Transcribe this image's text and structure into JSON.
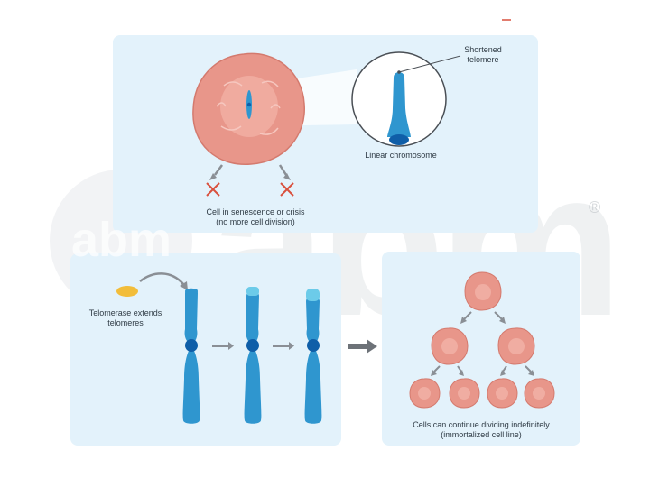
{
  "watermark": {
    "letters": "abm",
    "badge": "abm",
    "mark": "®"
  },
  "labels": {
    "shortened_telomere": [
      "Shortened",
      "telomere"
    ],
    "linear_chromosome": "Linear chromosome",
    "senescence": [
      "Cell in senescence or crisis",
      "(no more cell division)"
    ],
    "telomerase": [
      "Telomerase extends",
      "telomeres"
    ],
    "immortalized": [
      "Cells can continue dividing indefinitely",
      "(immortalized cell line)"
    ]
  },
  "colors": {
    "panel": "#e3f2fb",
    "cell": "#e8968a",
    "chromosome": "#2f96cf",
    "centromere": "#0f5ea8",
    "telomere_new": "#6ccbe9",
    "telomerase": "#f2bd3a",
    "cross": "#d9503d",
    "arrow": "#8a8f95"
  }
}
